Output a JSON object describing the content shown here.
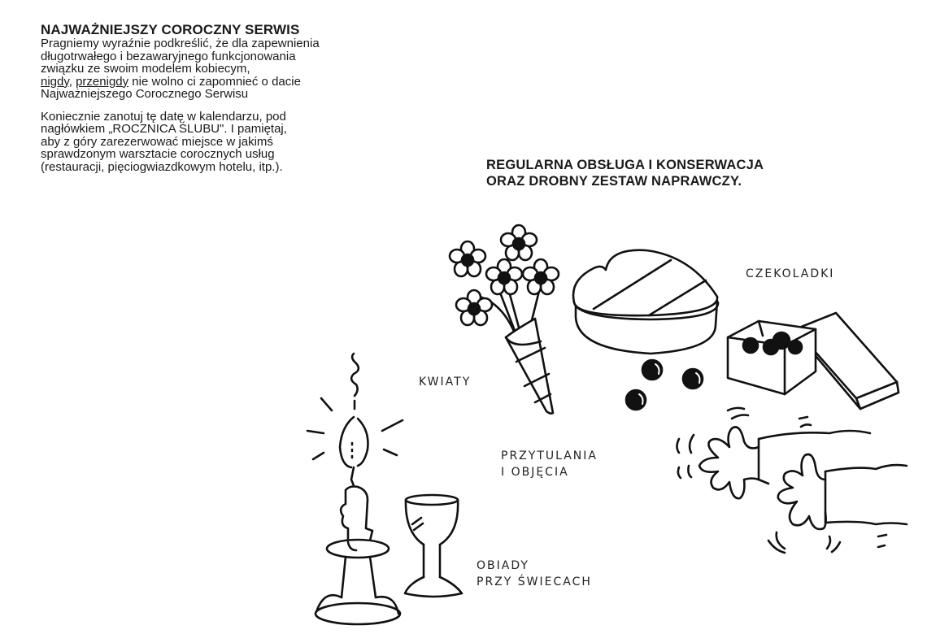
{
  "intro": {
    "heading": "NAJWAŻNIEJSZY COROCZNY SERWIS",
    "paragraph1": {
      "line1": "Pragniemy wyraźnie podkreślić, że dla zapewnienia",
      "line2": "długotrwałego i bezawaryjnego funkcjonowania",
      "line3": "związku ze swoim modelem kobiecym,",
      "line4_underlined1": "nigdy",
      "line4_sep": ", ",
      "line4_underlined2": "przenigdy",
      "line4_rest": " nie wolno ci zapomnieć o dacie",
      "line5": "Najważniejszego Corocznego Serwisu"
    },
    "paragraph2": {
      "line1": "Koniecznie zanotuj tę datę w kalendarzu, pod",
      "line2": "nagłówkiem „ROCZNICA ŚLUBU\". I pamiętaj,",
      "line3": "aby z góry zarezerwować miejsce w jakimś",
      "line4": "sprawdzonym warsztacie corocznych usług",
      "line5": "(restauracji, pięciogwiazdkowym hotelu, itp.)."
    }
  },
  "section2": {
    "heading_line1": "REGULARNA OBSŁUGA I KONSERWACJA",
    "heading_line2": "ORAZ DROBNY ZESTAW NAPRAWCZY."
  },
  "illustration_labels": {
    "chocolates": "CZEKOLADKI",
    "flowers": "KWIATY",
    "hugs_line1": "PRZYTULANIA",
    "hugs_line2": "I OBJĘCIA",
    "dinners_line1": "OBIADY",
    "dinners_line2": "PRZY ŚWIECACH"
  },
  "illustrations": {
    "flowers": "flower-bouquet-icon",
    "heart_box": "heart-box-icon",
    "chocolate_box": "chocolate-box-icon",
    "chocolates": "chocolate-pieces-icon",
    "hands": "hugging-hands-icon",
    "candle": "candle-icon",
    "wine_glass": "wine-glass-icon"
  }
}
